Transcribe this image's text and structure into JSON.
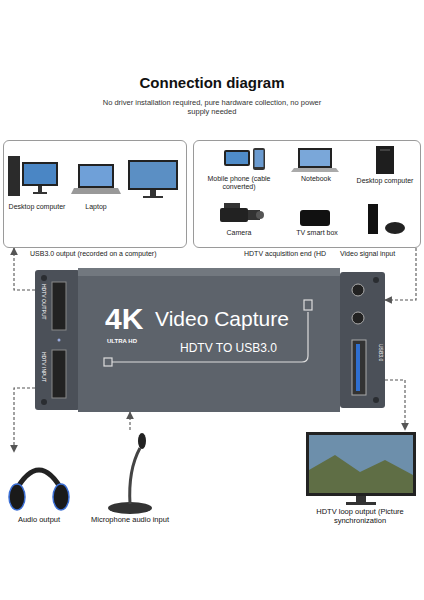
{
  "diagram": {
    "title": "Connection diagram",
    "nodes": [
      {
        "text": [
          "USB3.0 output (recorded on a computer)"
        ]
      },
      {
        "text": [
          "Desktop computer"
        ],
        "in": 0
      },
      {
        "text": [
          "Laptop"
        ],
        "in": 0
      },
      {
        "text": [
          "HDTV acquisition end (HD",
          "Video signal input"
        ]
      },
      {
        "text": [
          "Mobile phone (cable converted)"
        ],
        "in": 3
      },
      {
        "text": [
          "Notebook"
        ],
        "in": 3
      },
      {
        "text": [
          "Desktop computer"
        ],
        "in": 3
      },
      {
        "text": [
          "Camera"
        ],
        "in": 3
      },
      {
        "text": [
          "TV smart box"
        ],
        "in": 3
      },
      {
        "text": [
          "4K",
          "ULTRA HD",
          "Video Capture",
          "HDTV TO USB3.0",
          "HDTV OUTPUT",
          "HDTV INPUT",
          "USB3.0"
        ]
      },
      {
        "text": [
          "Audio output"
        ]
      },
      {
        "text": [
          "Microphone audio input"
        ]
      },
      {
        "text": [
          "HDTV loop output (Picture synchronization"
        ]
      }
    ],
    "edges": [
      {
        "from": 9,
        "to": 0,
        "arrow": "to"
      },
      {
        "from": 3,
        "to": 9,
        "arrow": "to"
      },
      {
        "from": 9,
        "to": 10,
        "arrow": "to"
      },
      {
        "from": 11,
        "to": 9,
        "arrow": "to"
      },
      {
        "from": 9,
        "to": 12,
        "arrow": "to"
      }
    ],
    "labels": [
      "No driver installation required, pure hardware collection, no power supply needed"
    ]
  }
}
